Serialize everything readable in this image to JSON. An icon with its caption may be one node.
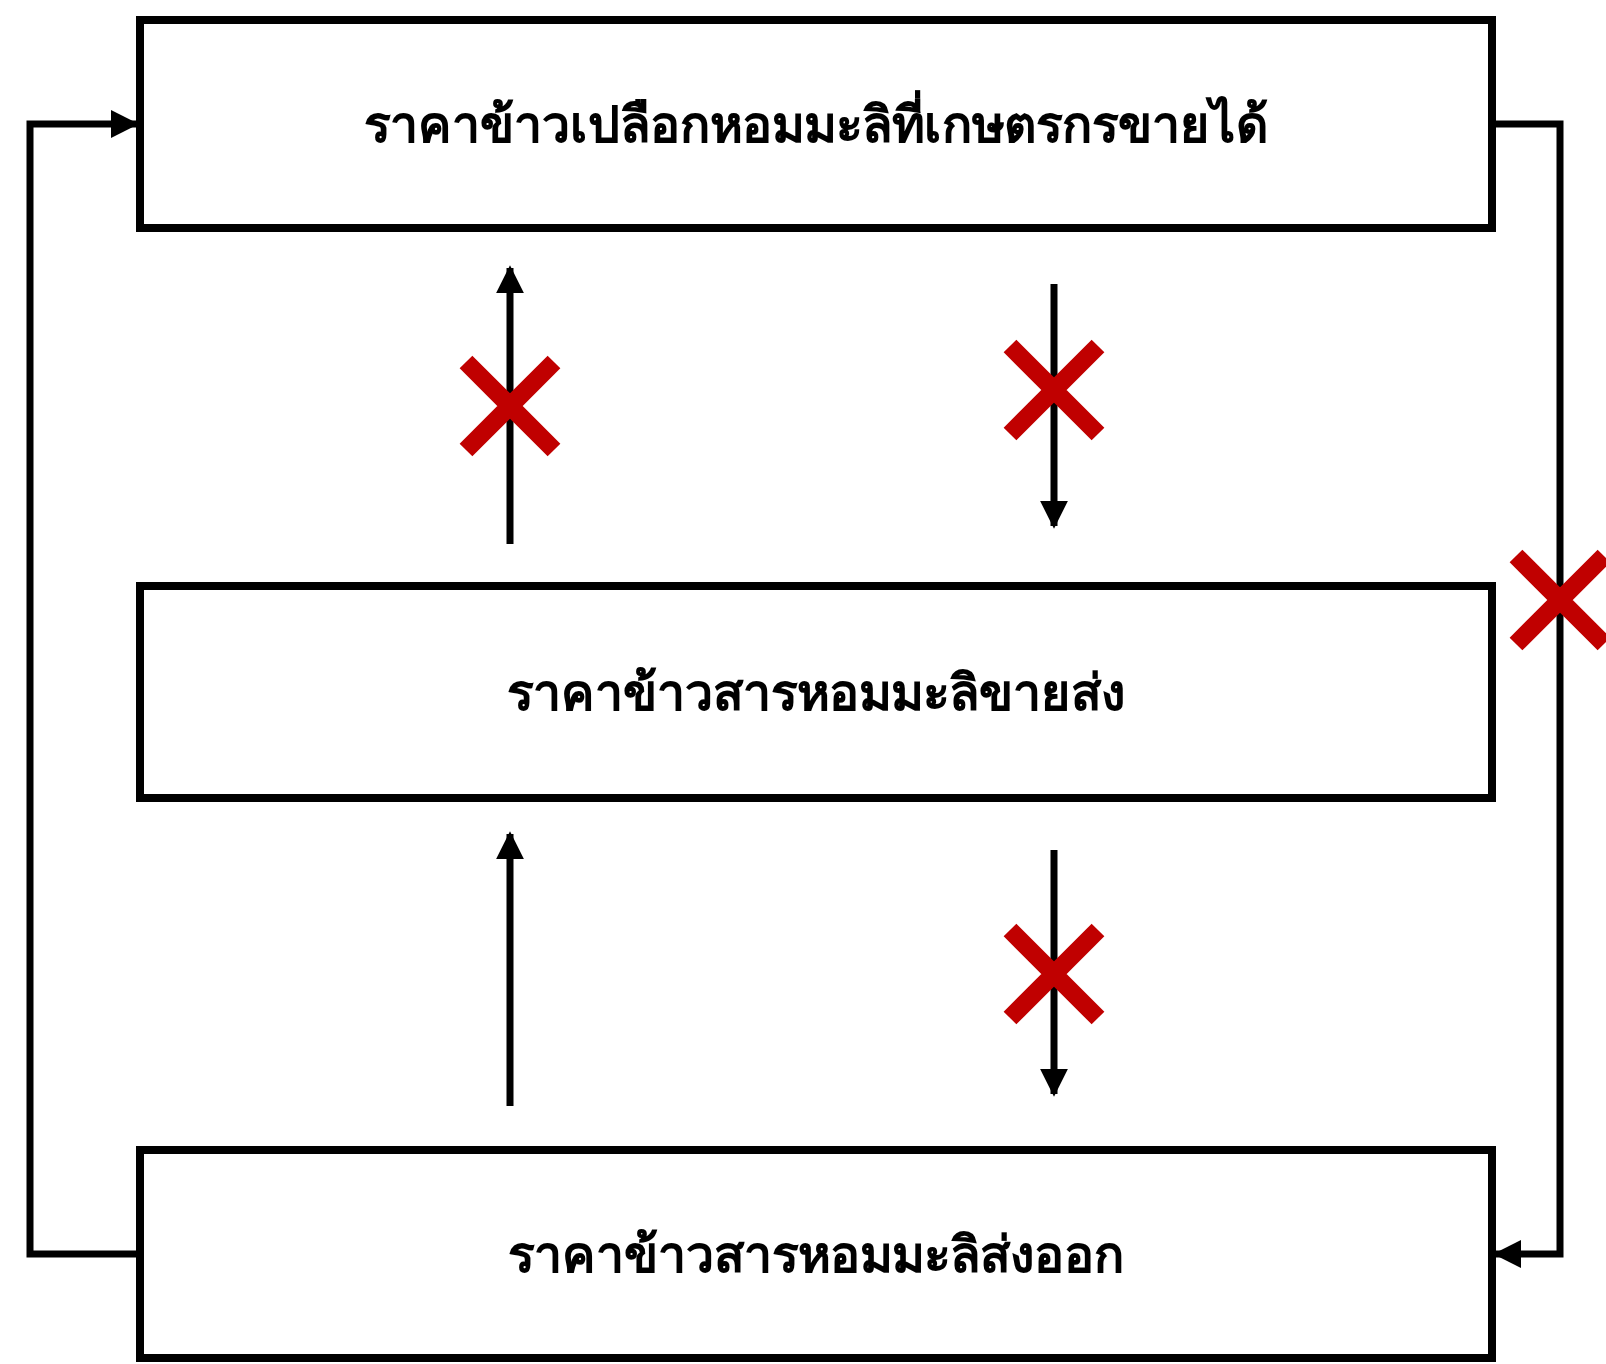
{
  "diagram": {
    "nodes": [
      {
        "text": [
          "ราคาข้าวเปลือกหอมมะลิที่เกษตรกรขายได้"
        ]
      },
      {
        "text": [
          "ราคาข้าวสารหอมมะลิขายส่ง"
        ]
      },
      {
        "text": [
          "ราคาข้าวสารหอมมะลิส่งออก"
        ]
      }
    ],
    "edges": [
      {
        "from": 1,
        "to": 0,
        "arrow": "to"
      },
      {
        "from": 0,
        "to": 1,
        "arrow": "to"
      },
      {
        "from": 2,
        "to": 1,
        "arrow": "to"
      },
      {
        "from": 1,
        "to": 2,
        "arrow": "to"
      },
      {
        "from": 0,
        "to": 2,
        "arrow": "to"
      },
      {
        "from": 2,
        "to": 0,
        "arrow": "to"
      }
    ]
  }
}
